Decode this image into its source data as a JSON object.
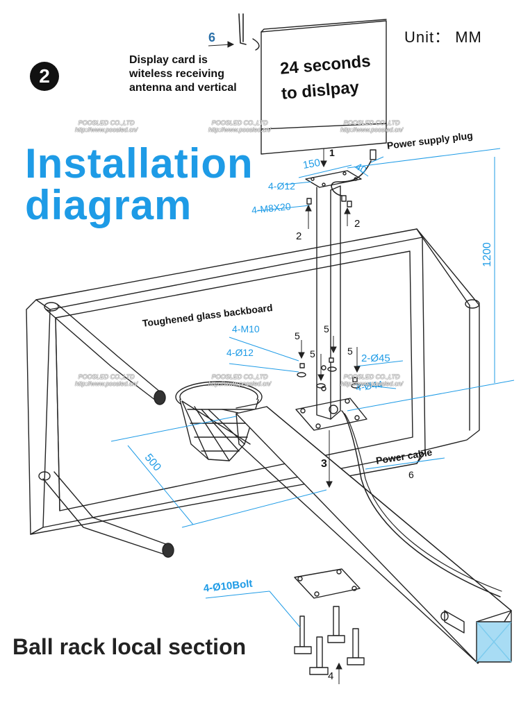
{
  "step_badge": "2",
  "title_line1": "Installation",
  "title_line2": "diagram",
  "unit_label": "Unit： MM",
  "display_text_line1": "24 seconds",
  "display_text_line2": "to dislpay",
  "antenna_note": {
    "number": "6",
    "line1": "Display card is",
    "line2": "witeless receiving",
    "line3": "antenna and vertical"
  },
  "labels": {
    "power_supply_plug": "Power supply plug",
    "toughened_glass": "Toughened glass backboard",
    "power_cable": "Power cable",
    "power_cable_num": "6",
    "ball_rack": "Ball rack local section"
  },
  "dimensions": {
    "d150": "150",
    "d40": "40",
    "d1200": "1200",
    "d500": "500",
    "hole_top": "4-Ø12",
    "bolt_top": "4-M8X20",
    "m10": "4-M10",
    "hole_mid": "4-Ø12",
    "hole_45": "2-Ø45",
    "hole_44": "4-Ø44",
    "bolt_bottom": "4-Ø10Bolt"
  },
  "steps": {
    "s1": "1",
    "s2a": "2",
    "s2b": "2",
    "s3": "3",
    "s4": "4",
    "s5a": "5",
    "s5b": "5",
    "s5c": "5",
    "s5d": "5"
  },
  "watermark": {
    "line1": "POOSLED CO.,LTD",
    "line2": "http://www.poosled.cn/"
  }
}
